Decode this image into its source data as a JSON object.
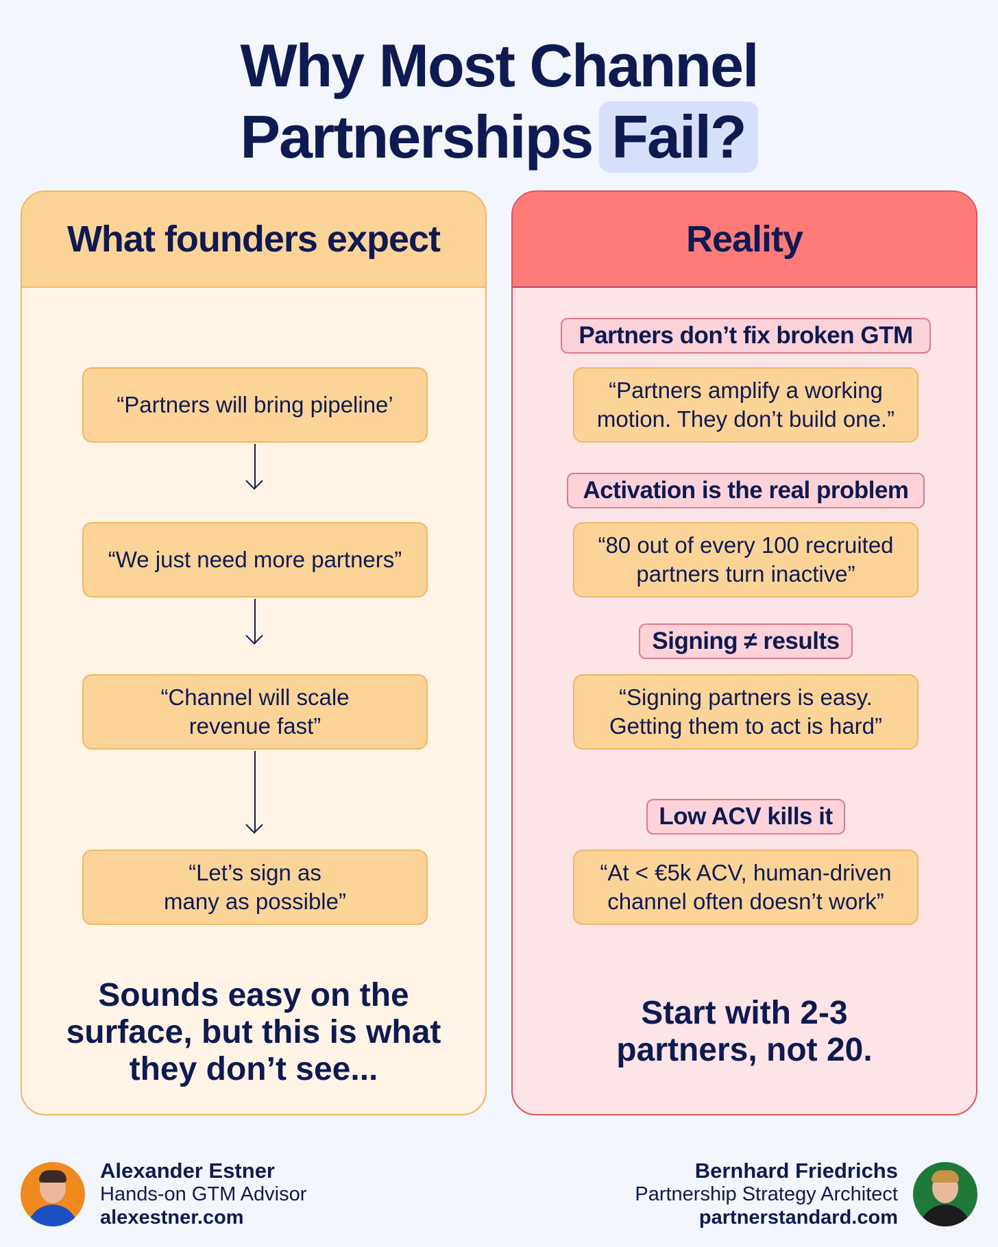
{
  "title": {
    "line1": "Why Most Channel",
    "line2_text": "Partnerships",
    "line2_highlight": "Fail?"
  },
  "left": {
    "heading": "What founders expect",
    "steps": [
      "“Partners will bring pipeline’",
      "“We just need more partners”",
      "“Channel will scale\nrevenue fast”",
      "“Let’s sign as\nmany as possible”"
    ],
    "closing": "Sounds easy on the\nsurface, but this is what\nthey don’t see..."
  },
  "right": {
    "heading": "Reality",
    "items": [
      {
        "tag": "Partners don’t fix broken GTM",
        "quote": "“Partners amplify a working\nmotion. They don’t build one.”"
      },
      {
        "tag": "Activation is the real problem",
        "quote": "“80 out of every 100 recruited\npartners turn inactive”"
      },
      {
        "tag": "Signing ≠ results",
        "quote": "“Signing partners is easy.\nGetting them to act is hard”"
      },
      {
        "tag": "Low ACV kills it",
        "quote": "“At < €5k ACV, human-driven\nchannel often doesn’t work”"
      }
    ],
    "closing": "Start with 2-3\npartners, not 20."
  },
  "authors": [
    {
      "name": "Alexander Estner",
      "role": "Hands-on GTM Advisor",
      "site": "alexestner.com"
    },
    {
      "name": "Bernhard Friedrichs",
      "role": "Partnership Strategy Architect",
      "site": "partnerstandard.com"
    }
  ],
  "colors": {
    "navy": "#0e1a52",
    "left_header": "#fdd497",
    "left_bg": "#fff4e6",
    "right_header": "#ff7b78",
    "right_bg": "#fde4e6",
    "highlight": "#d6e0fb"
  }
}
